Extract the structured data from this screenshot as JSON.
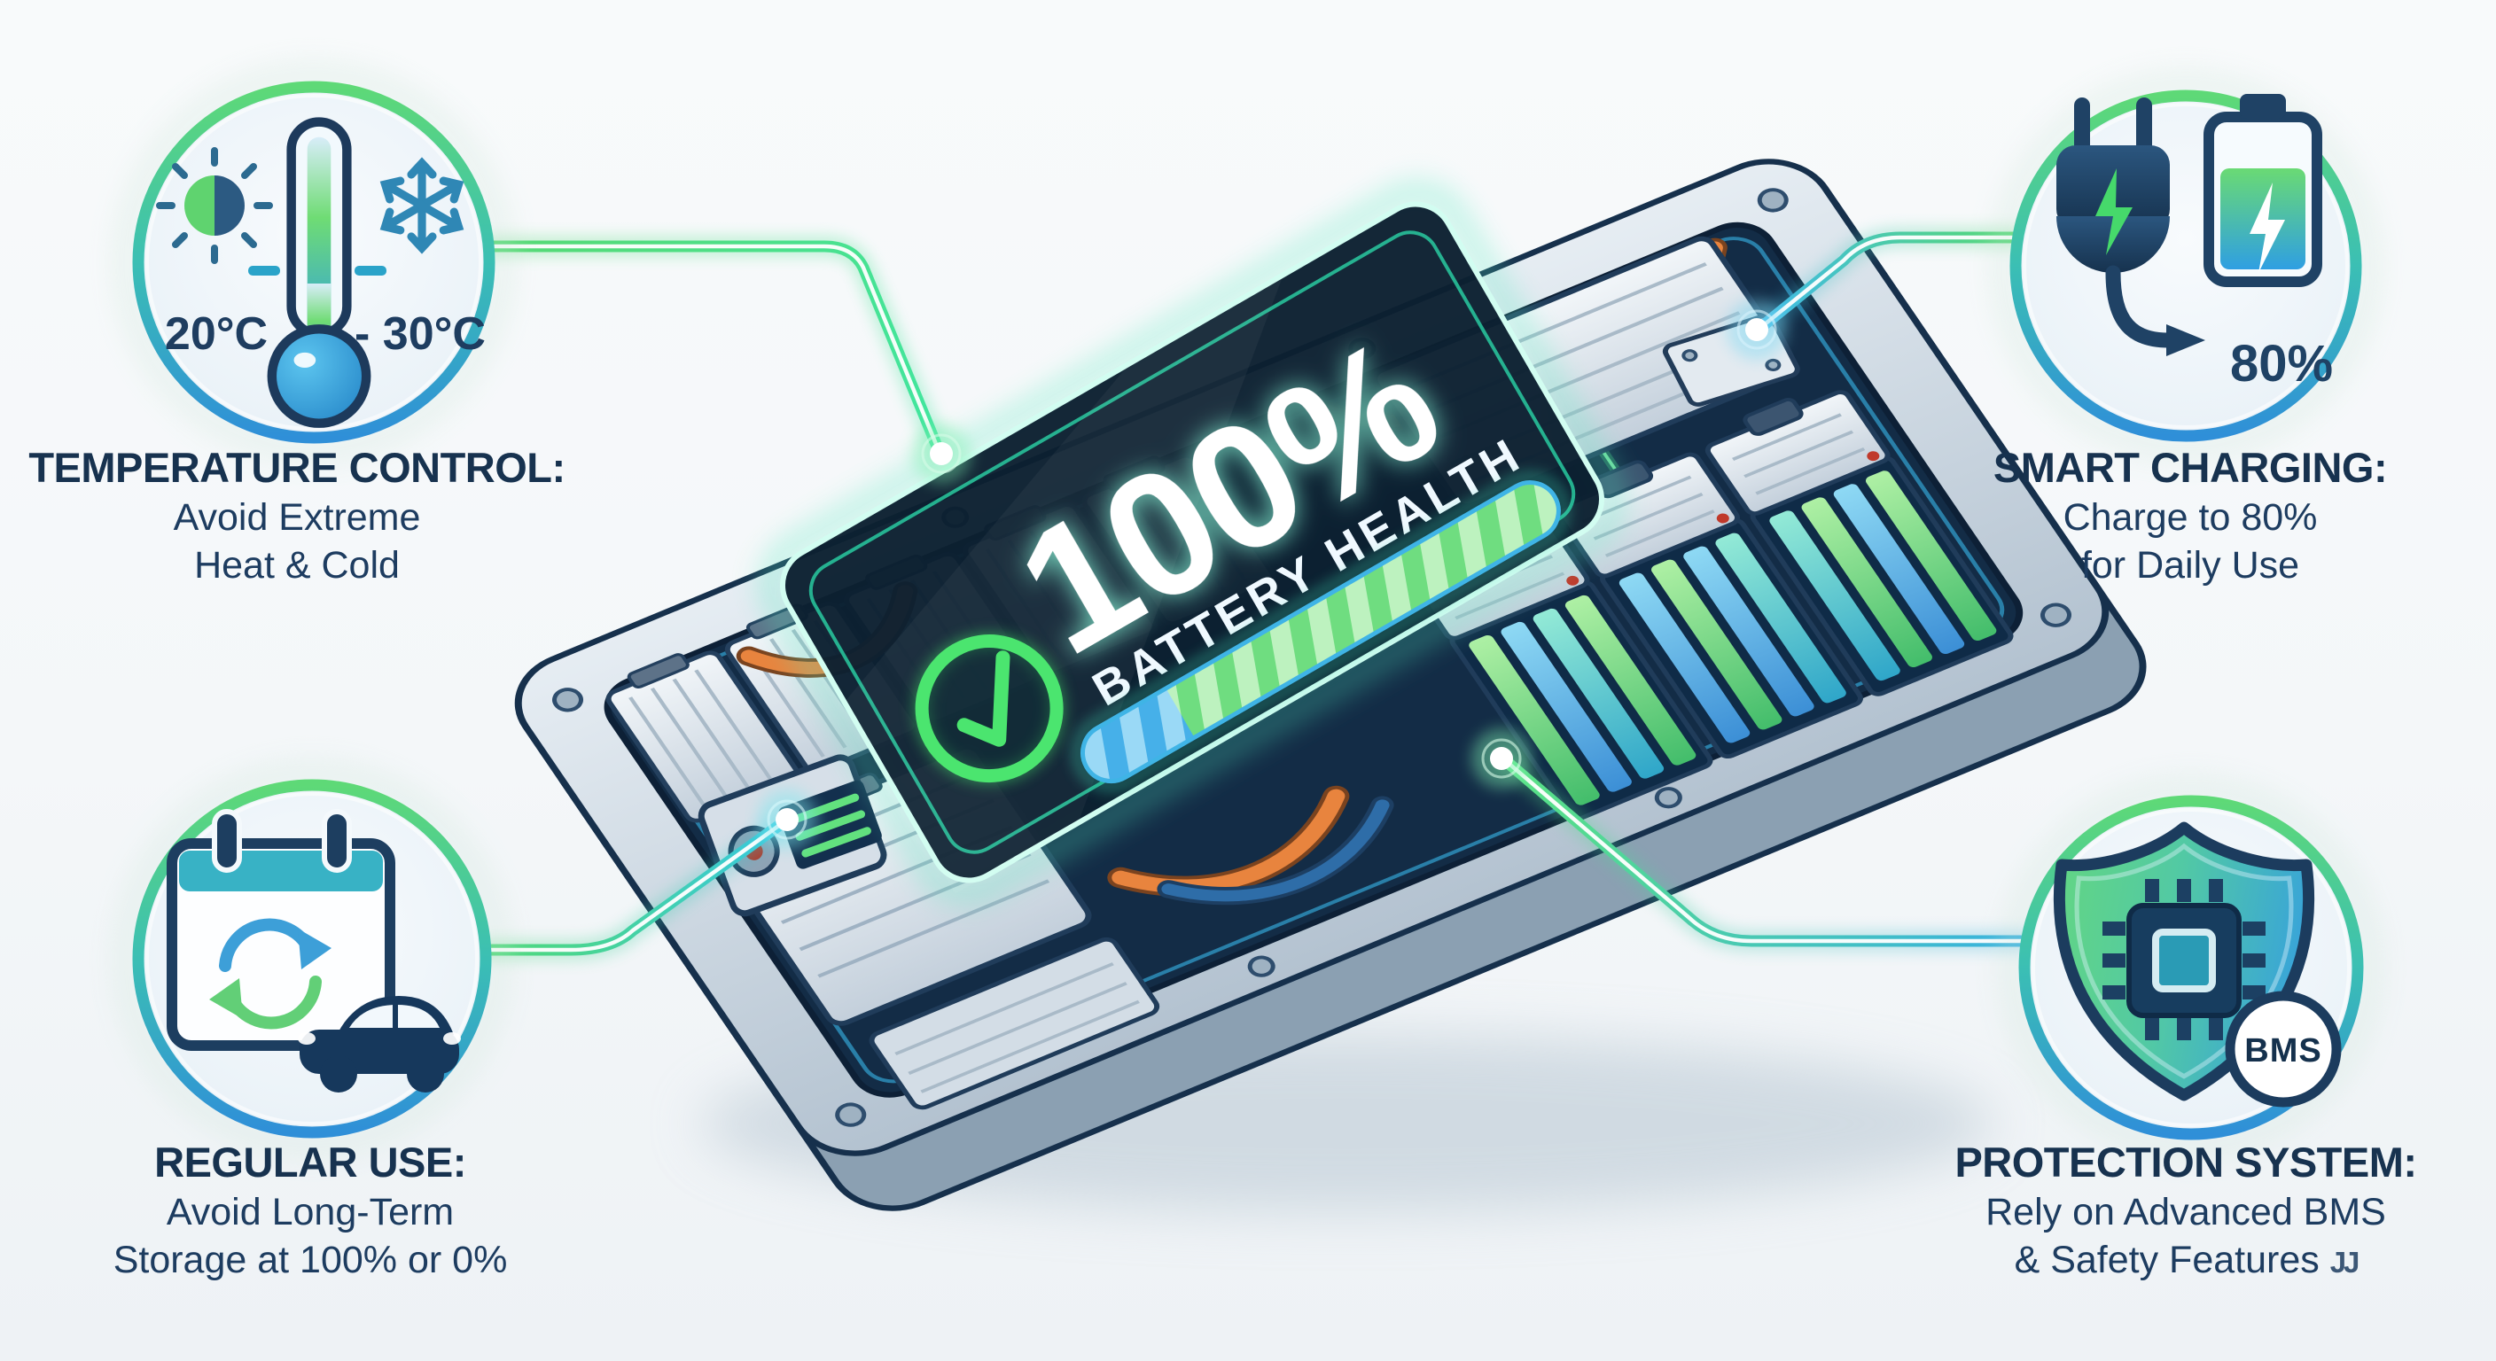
{
  "page": {
    "background": "#f6f8fa"
  },
  "display": {
    "percent": "100%",
    "label": "BATTERY HEALTH"
  },
  "panels": {
    "temperature": {
      "title": "TEMPERATURE CONTROL:",
      "lines": [
        "Avoid Extreme",
        "Heat & Cold"
      ],
      "hot_label": "20°C",
      "cold_label": "- 30°C",
      "icon": "thermometer-sun-snowflake-icon"
    },
    "charging": {
      "title": "SMART CHARGING:",
      "lines": [
        "Charge to 80%",
        "for Daily Use"
      ],
      "charge_limit": "80%",
      "icon": "plug-battery-icon"
    },
    "usage": {
      "title": "REGULAR USE:",
      "lines": [
        "Avoid Long-Term",
        "Storage at 100% or 0%"
      ],
      "icon": "calendar-car-icon"
    },
    "protection": {
      "title": "PROTECTION SYSTEM:",
      "lines": [
        "Rely on Advanced BMS",
        "& Safety Features"
      ],
      "badge": "BMS",
      "artifact": "JJ",
      "icon": "shield-chip-icon"
    }
  },
  "colors": {
    "accent_green": "#4fd977",
    "accent_teal": "#37c0d8",
    "accent_blue": "#2f8fd8",
    "navy_text": "#1b3a5e",
    "panel_bg": "#0c2031",
    "cable_orange": "#e8843e"
  }
}
